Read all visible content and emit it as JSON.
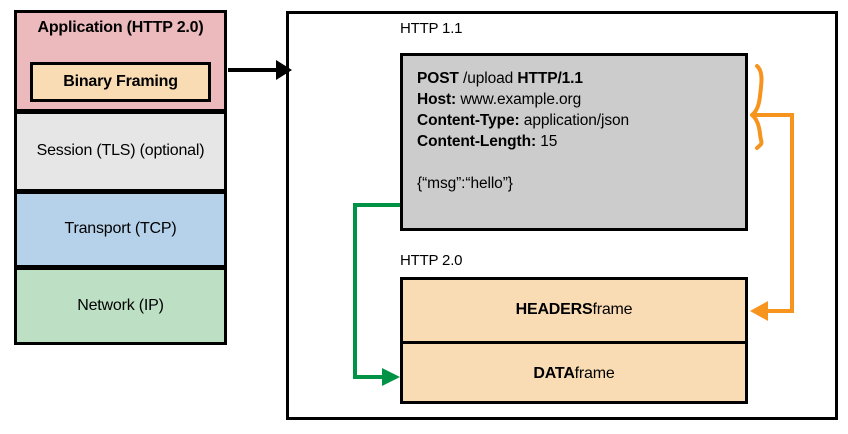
{
  "diagram": {
    "title_hidden": "",
    "colors": {
      "application_layer": "#ecb9bc",
      "binary_framing": "#fadcb4",
      "session_layer": "#e6e6e6",
      "transport_layer": "#b5d2ea",
      "network_layer": "#bde0c4",
      "http11_box": "#cccccc",
      "http20_frame": "#fadcb4",
      "brace_arrow": "#f7941e",
      "body_arrow": "#009245",
      "stroke": "#000000"
    }
  },
  "stack": {
    "layers": [
      {
        "label": "Application (HTTP 2.0)",
        "bold": true
      },
      {
        "label": "Session (TLS) (optional)",
        "bold": false
      },
      {
        "label": "Transport (TCP)",
        "bold": false
      },
      {
        "label": "Network (IP)",
        "bold": false
      }
    ],
    "inner_box": {
      "label": "Binary Framing"
    }
  },
  "http11": {
    "caption": "HTTP 1.1",
    "lines": [
      {
        "key": "POST",
        "rest": " /upload ",
        "key2": "HTTP/1.1",
        "rest2": ""
      },
      {
        "key": "Host:",
        "rest": " www.example.org"
      },
      {
        "key": "Content-Type:",
        "rest": " application/json"
      },
      {
        "key": "Content-Length:",
        "rest": " 15"
      }
    ],
    "body": "{“msg”:“hello”}"
  },
  "http20": {
    "caption": "HTTP 2.0",
    "frames": [
      {
        "name": "HEADERS",
        "suffix": " frame"
      },
      {
        "name": "DATA",
        "suffix": " frame"
      }
    ]
  },
  "connectors": {
    "stack_to_panel": "black-arrow-right",
    "headers_mapping": "orange-brace-to-headers-frame",
    "body_mapping": "green-line-to-data-frame"
  }
}
